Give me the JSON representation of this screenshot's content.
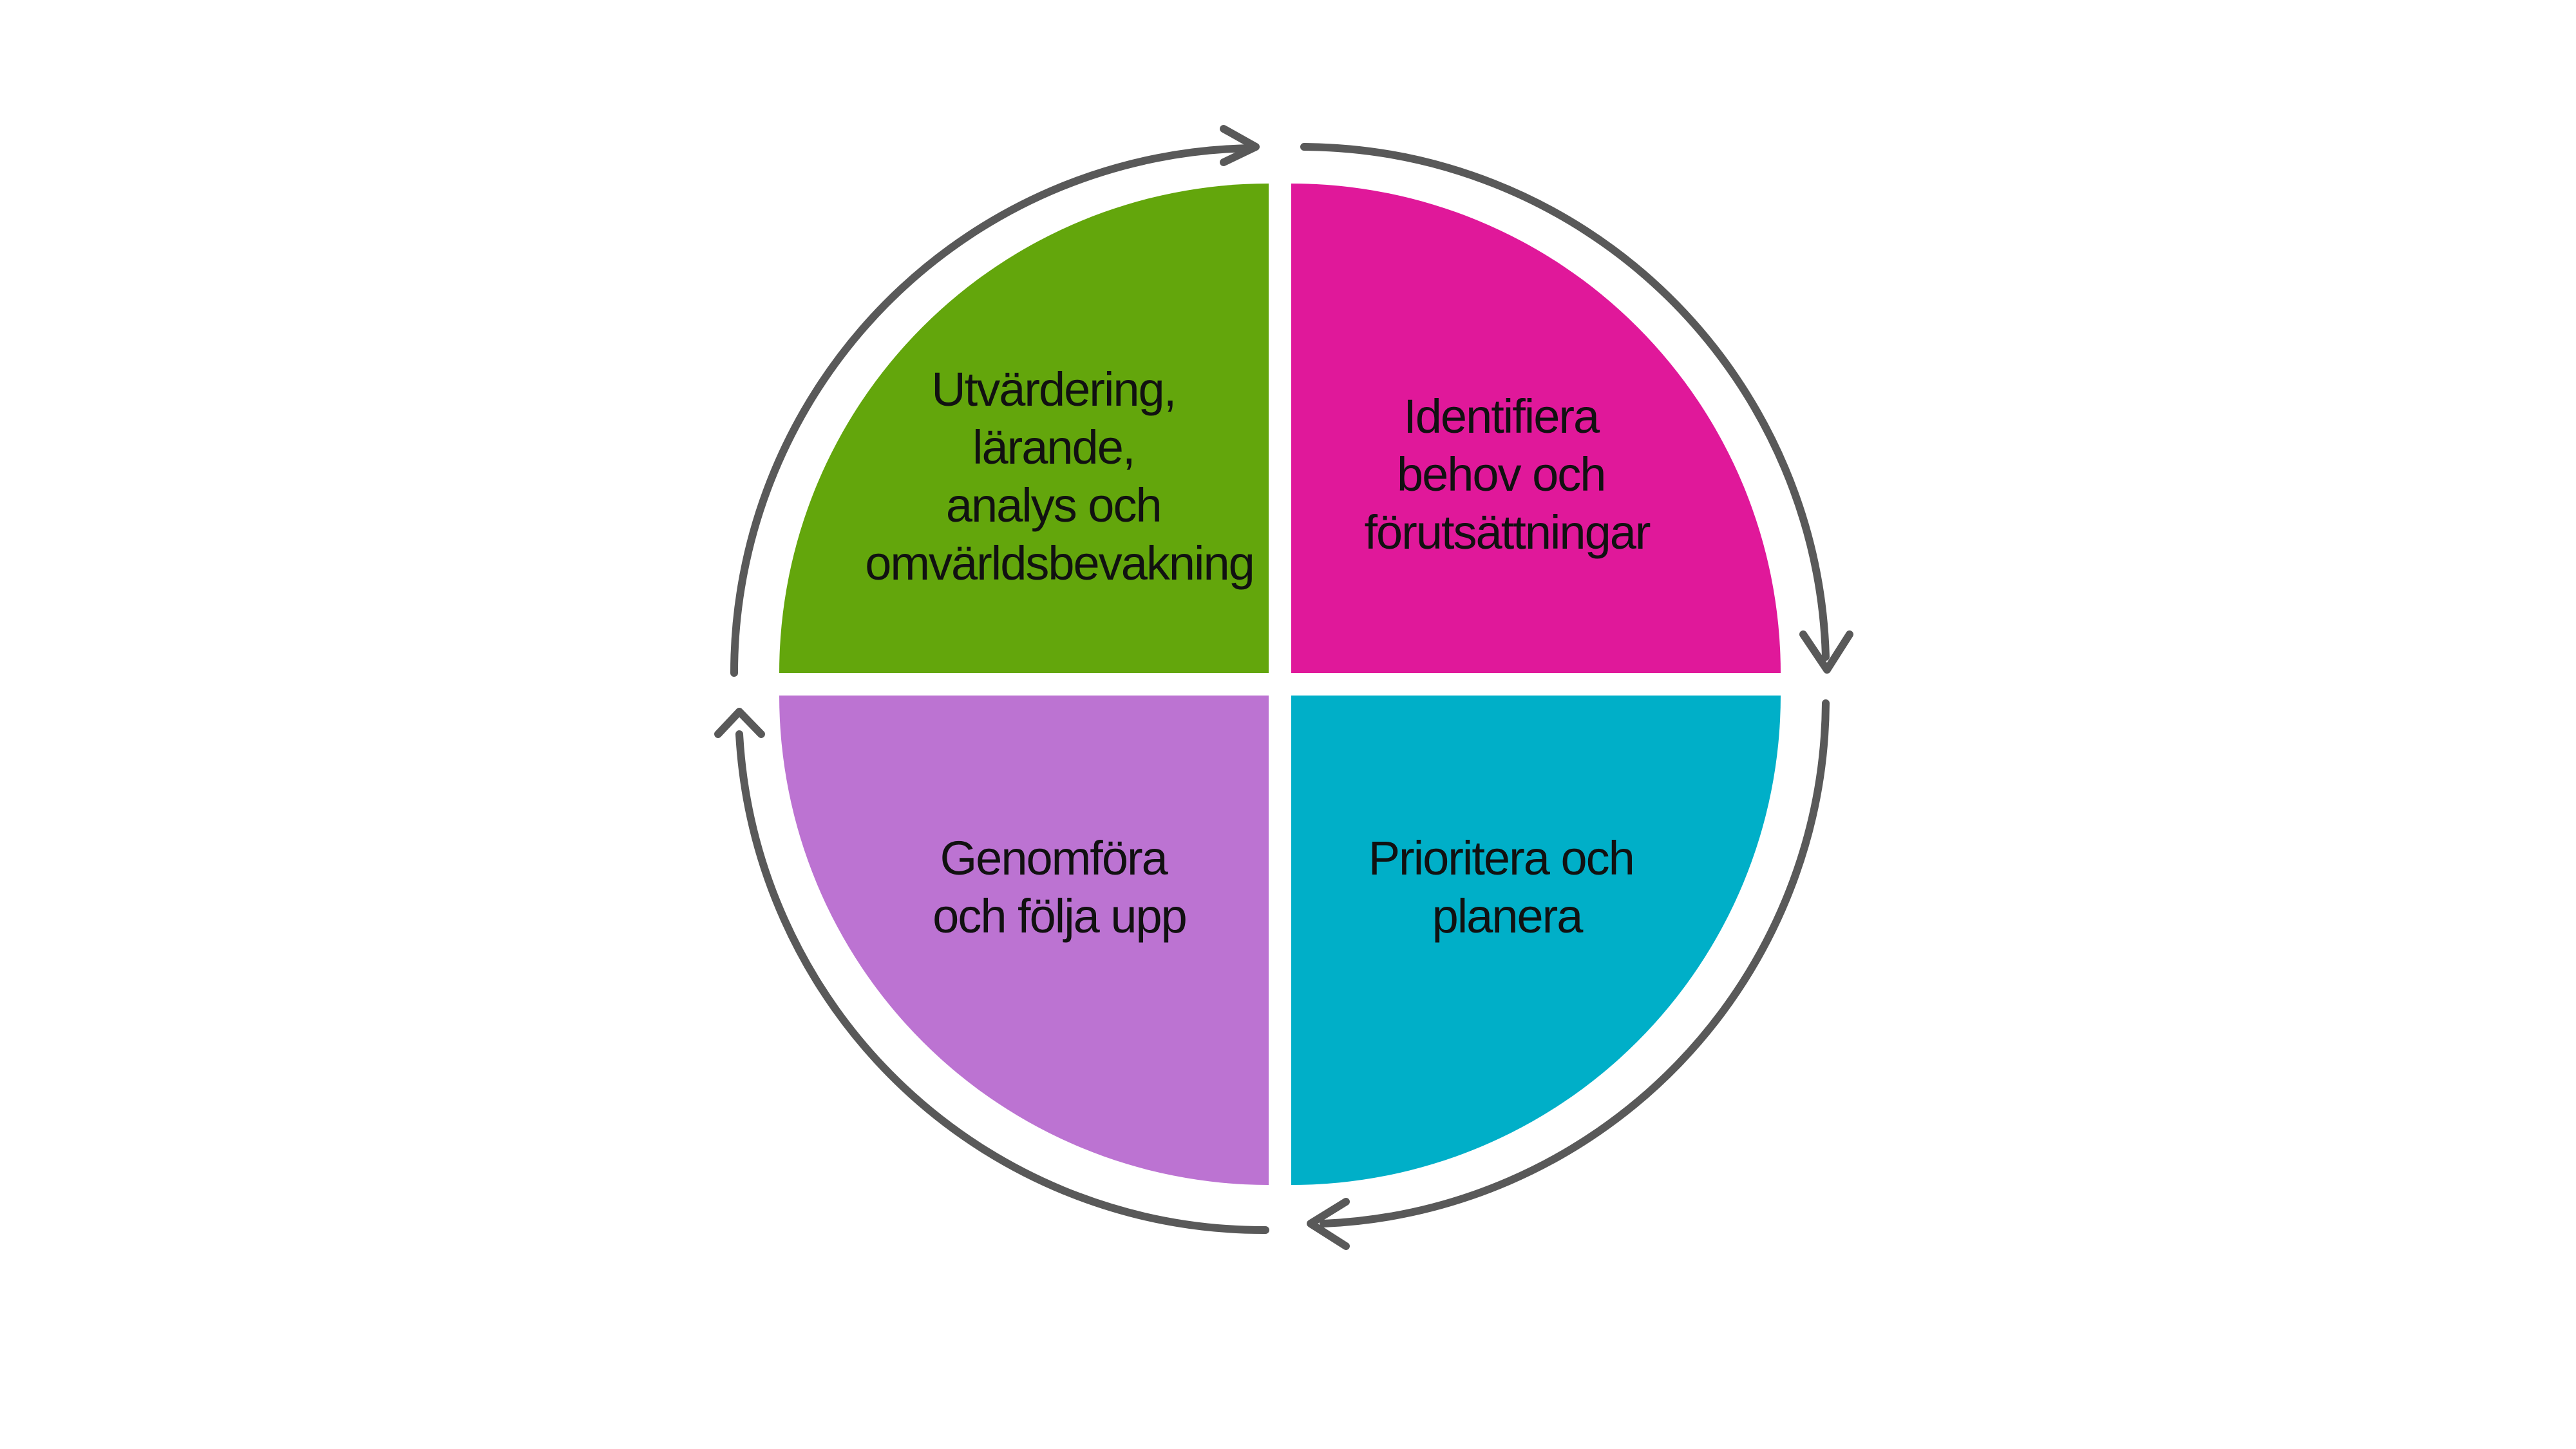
{
  "colors": {
    "background": "#ffffff",
    "cycle_arrows": "#595959",
    "text": "#111111"
  },
  "quadrants": {
    "top_left": {
      "lines": [
        "Utvärdering,",
        "lärande,",
        "analys och",
        "omvärldsbevakning"
      ],
      "color": "#63a60c"
    },
    "top_right": {
      "lines": [
        "Identifiera",
        "behov och",
        "förutsättningar"
      ],
      "color": "#e0189a"
    },
    "bottom_right": {
      "lines": [
        "Prioritera och",
        "planera"
      ],
      "color": "#00afc8"
    },
    "bottom_left": {
      "lines": [
        "Genomföra",
        "och följa upp"
      ],
      "color": "#bc73d2"
    }
  },
  "cycle": {
    "direction": "clockwise"
  }
}
